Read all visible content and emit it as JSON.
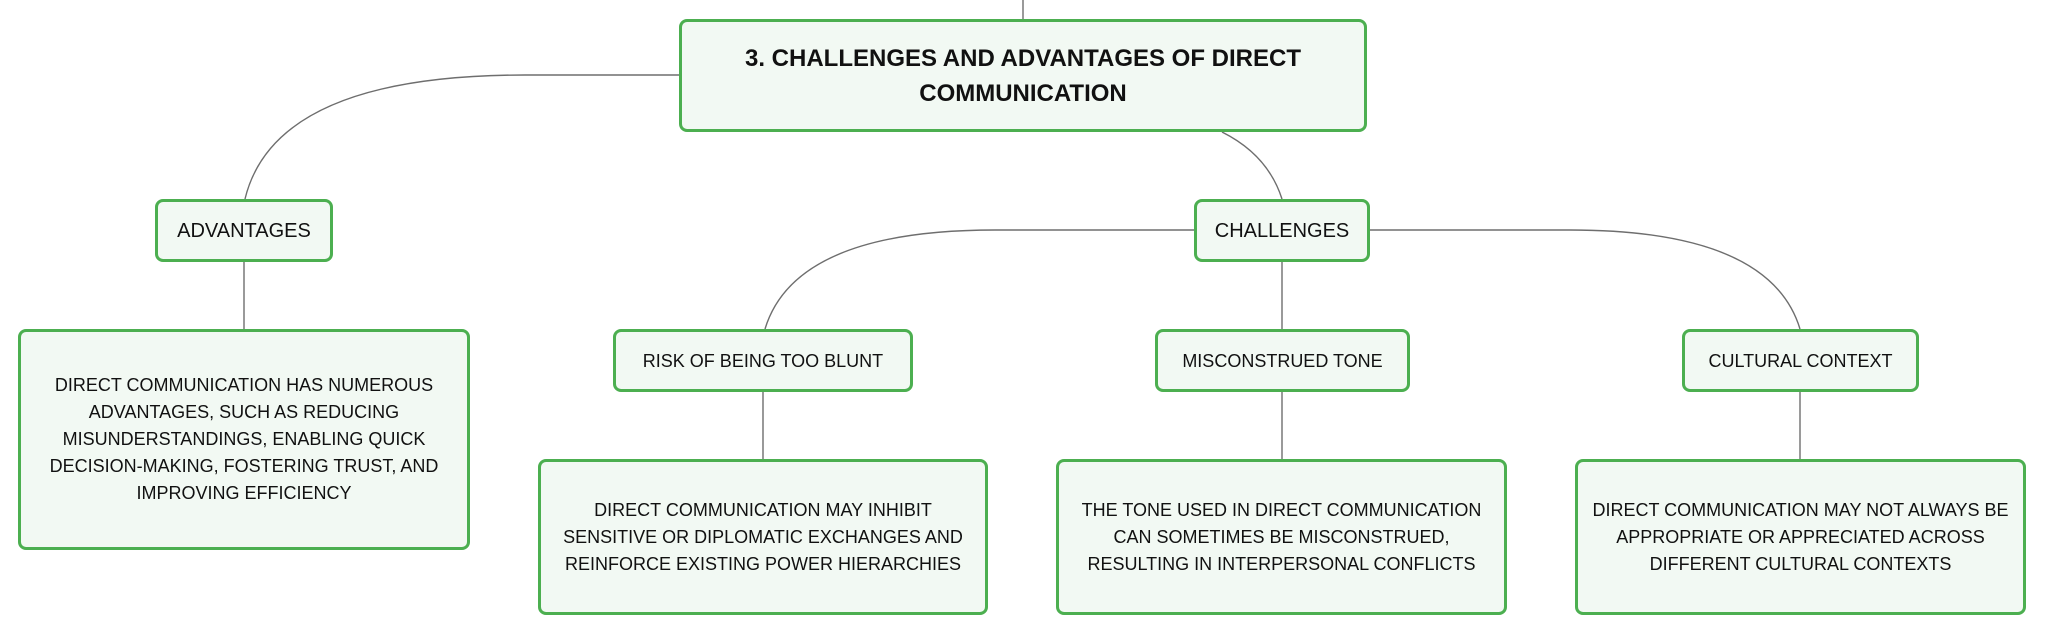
{
  "root": {
    "label": "3. CHALLENGES AND ADVANTAGES OF DIRECT COMMUNICATION"
  },
  "advantages": {
    "label": "ADVANTAGES",
    "detail": "DIRECT COMMUNICATION HAS NUMEROUS ADVANTAGES, SUCH AS REDUCING MISUNDERSTANDINGS, ENABLING QUICK DECISION-MAKING, FOSTERING TRUST, AND IMPROVING EFFICIENCY"
  },
  "challenges": {
    "label": "CHALLENGES",
    "items": [
      {
        "label": "RISK OF BEING TOO BLUNT",
        "detail": "DIRECT COMMUNICATION MAY INHIBIT SENSITIVE OR DIPLOMATIC EXCHANGES AND REINFORCE EXISTING POWER HIERARCHIES"
      },
      {
        "label": "MISCONSTRUED TONE",
        "detail": "THE TONE USED IN DIRECT COMMUNICATION CAN SOMETIMES BE MISCONSTRUED, RESULTING IN INTERPERSONAL CONFLICTS"
      },
      {
        "label": "CULTURAL CONTEXT",
        "detail": "DIRECT COMMUNICATION MAY NOT ALWAYS BE APPROPRIATE OR APPRECIATED ACROSS DIFFERENT CULTURAL CONTEXTS"
      }
    ]
  },
  "colors": {
    "node_border": "#4caf50",
    "node_fill": "#f2f9f3",
    "connector": "#6e6e6e",
    "text": "#111111"
  }
}
